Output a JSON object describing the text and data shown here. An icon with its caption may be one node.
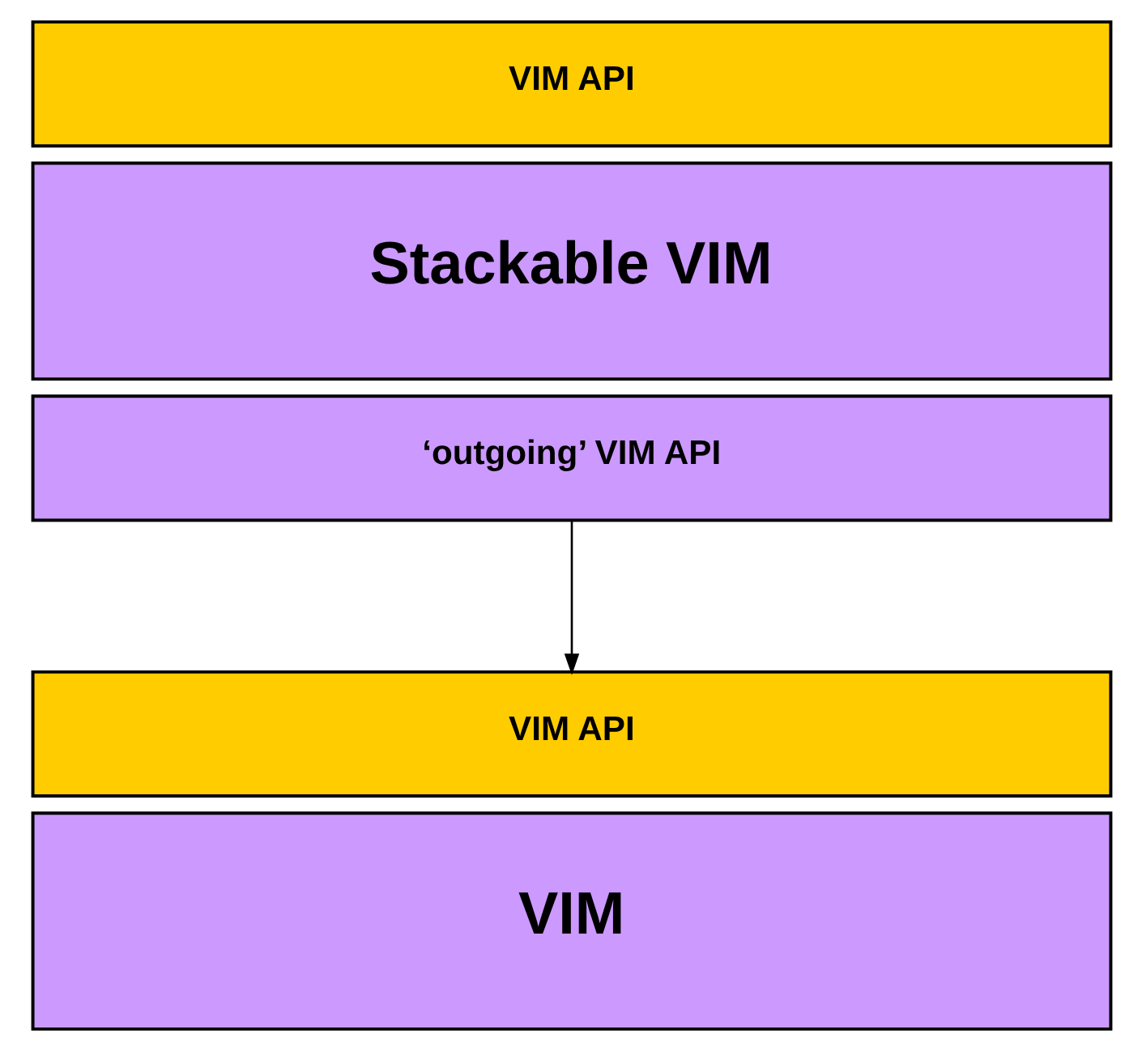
{
  "diagram": {
    "nodes": [
      {
        "text": [
          "VIM API"
        ]
      },
      {
        "text": [
          "Stackable VIM"
        ]
      },
      {
        "text": [
          "‘outgoing’ VIM API"
        ]
      },
      {
        "text": [
          "VIM API"
        ]
      },
      {
        "text": [
          "VIM"
        ]
      }
    ],
    "edges": [
      {
        "from": 2,
        "to": 3,
        "arrow": "to"
      }
    ]
  }
}
